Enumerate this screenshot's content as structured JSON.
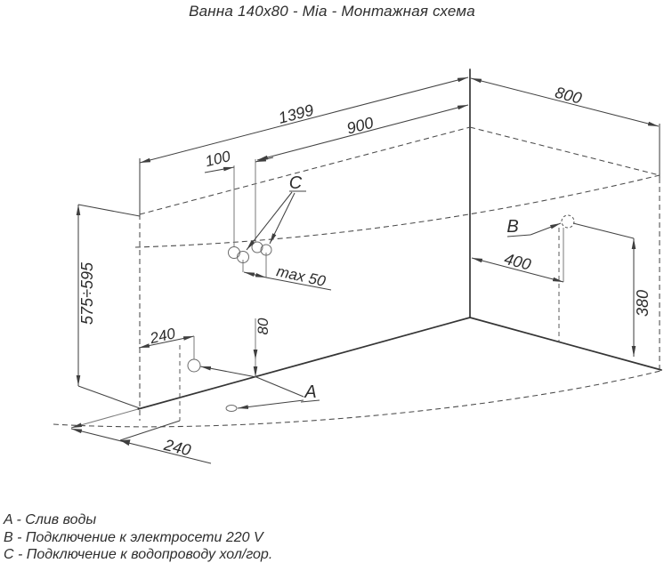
{
  "title": "Ванна 140x80 - Mia - Монтажная схема",
  "drawing": {
    "dims": {
      "length": "1399",
      "water_from_corner": "900",
      "water_spacing": "100",
      "width": "800",
      "rim_height": "575÷595",
      "drain_from_edge": "240",
      "drain_height": "80",
      "drain_floor_offset": "240",
      "electric_from_corner": "400",
      "electric_height": "380",
      "water_tolerance": "max 50"
    },
    "markers": {
      "drain": "A",
      "electric": "B",
      "water": "C"
    }
  },
  "legend": {
    "items": [
      {
        "text": "A - Слив воды"
      },
      {
        "text": "B - Подключение к электросети 220 V"
      },
      {
        "text": "C - Подключение к водопроводу хол/гор."
      }
    ]
  },
  "colors": {
    "line": "#3f3f3f",
    "background": "#ffffff"
  }
}
